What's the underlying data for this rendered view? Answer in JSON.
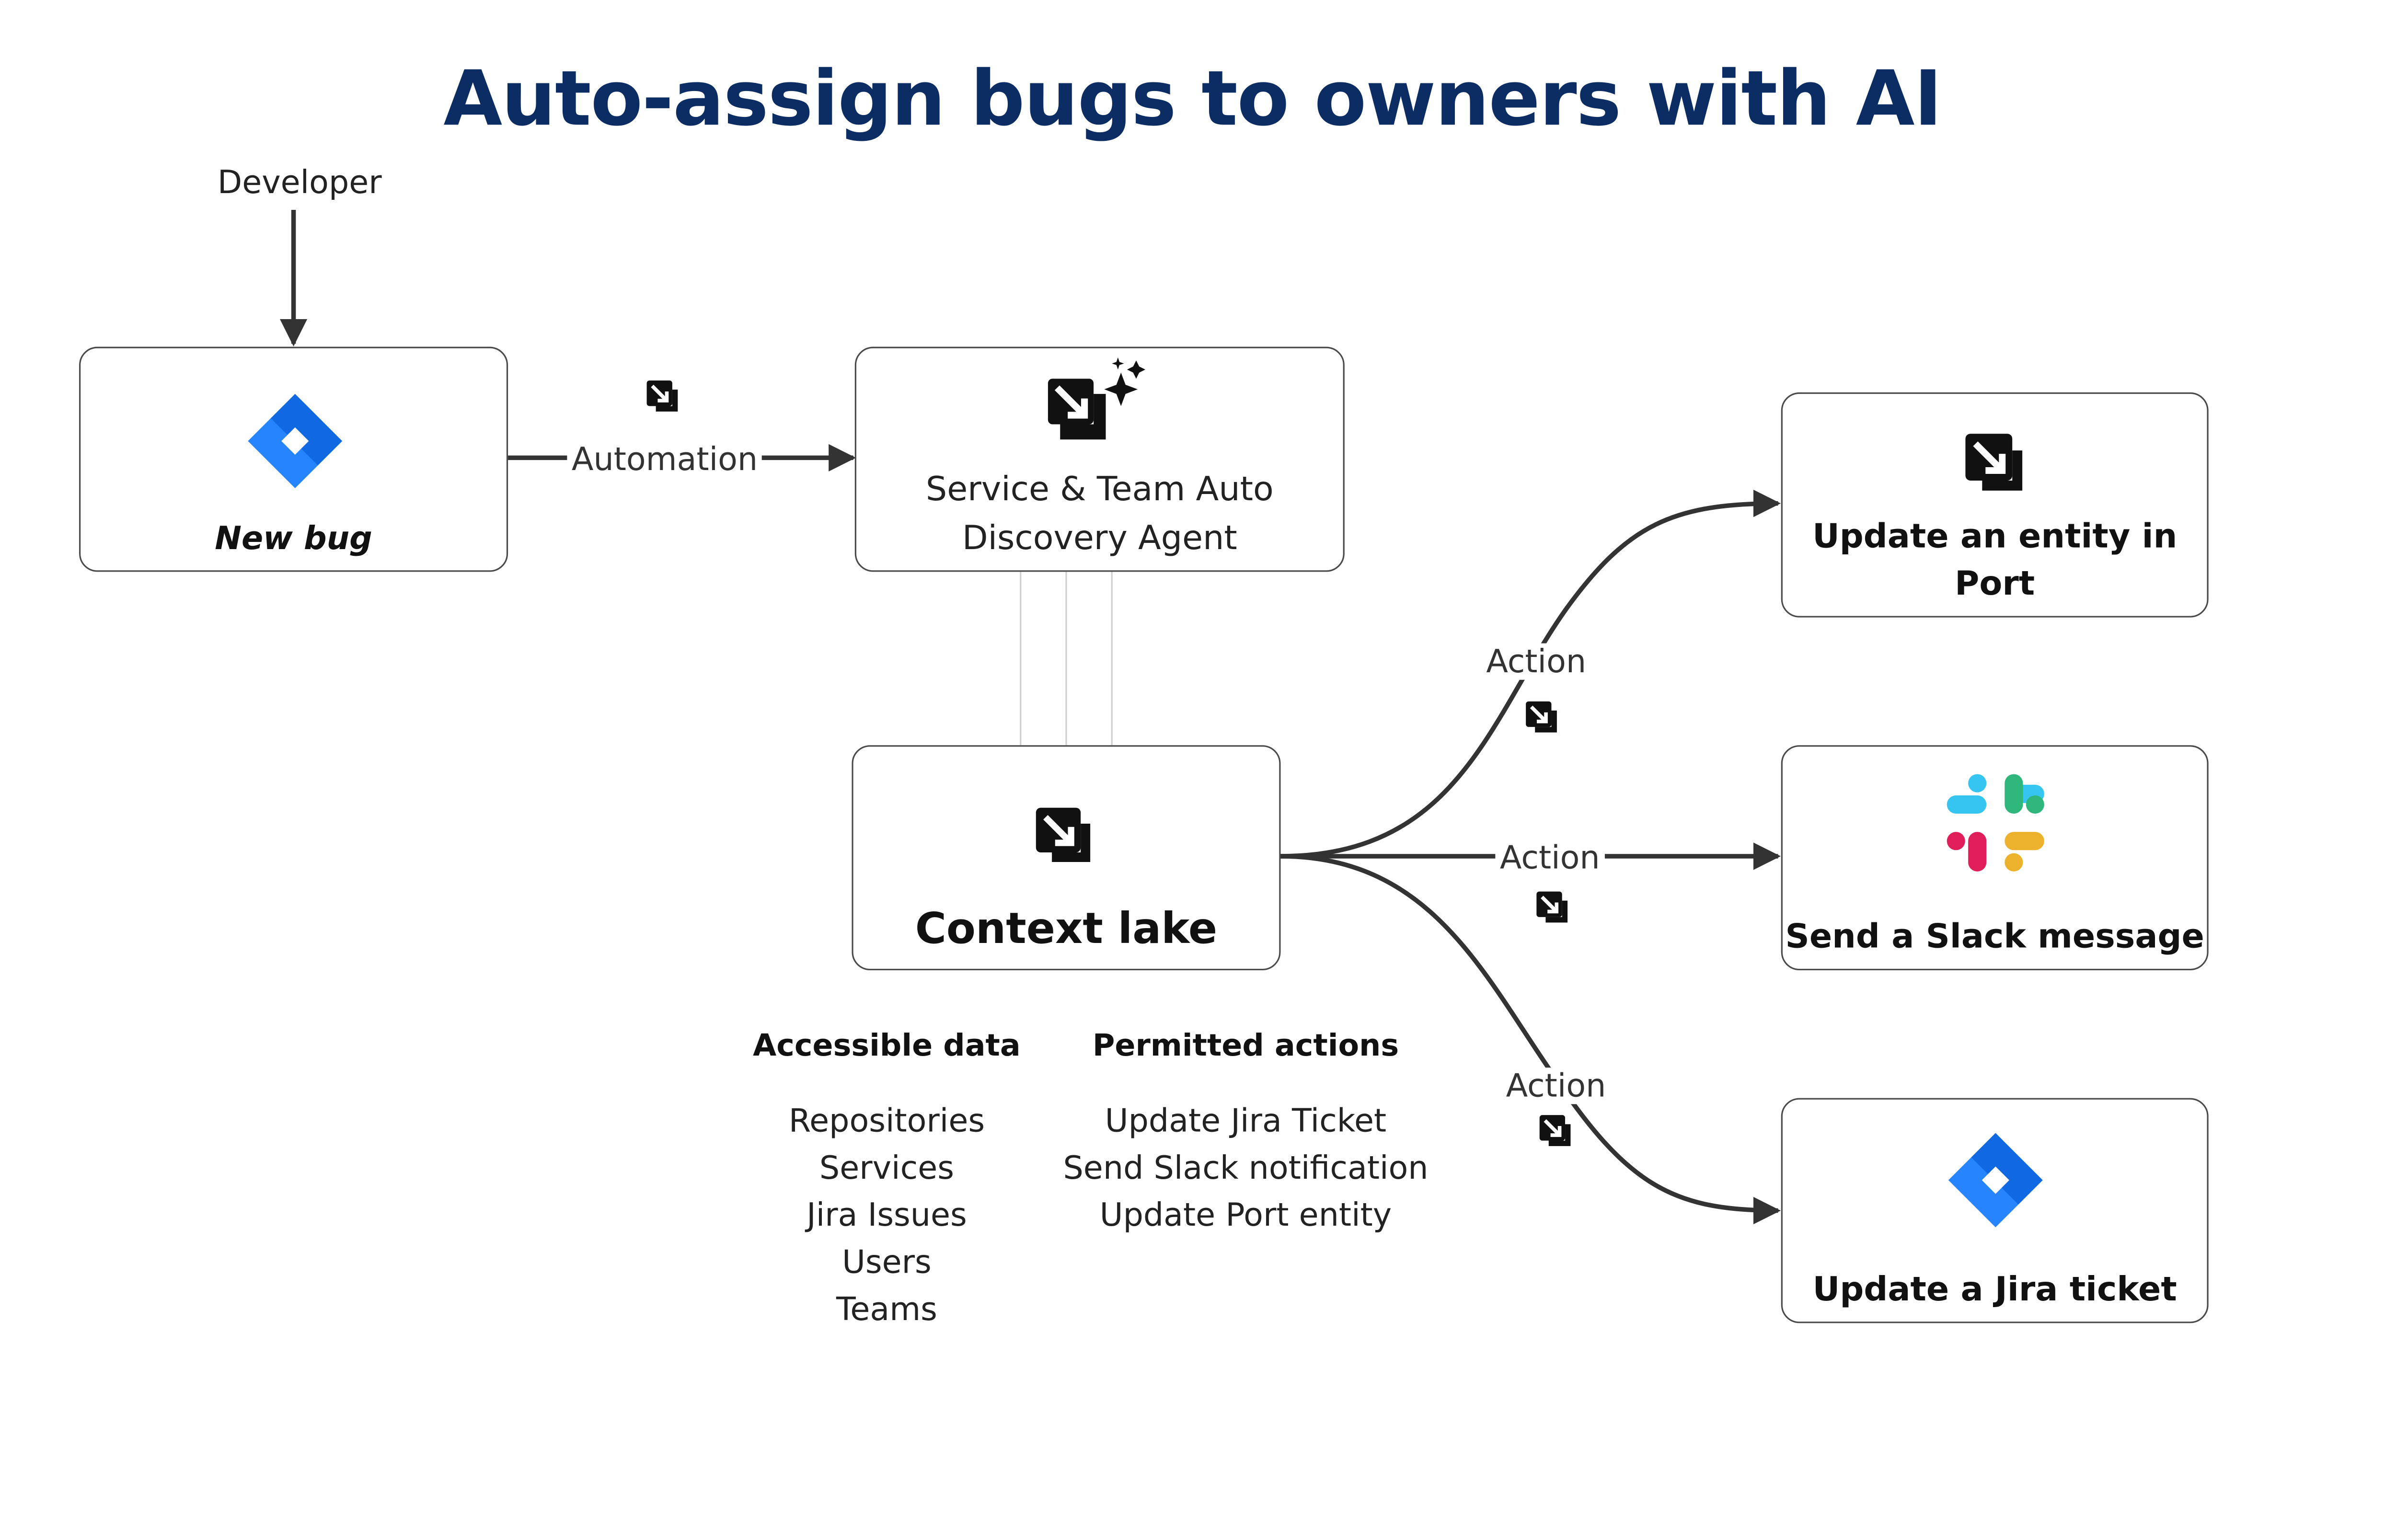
{
  "title": "Auto-assign bugs to owners with AI",
  "actor": "Developer",
  "nodes": {
    "new_bug": {
      "label": "New bug",
      "icon": "jira-icon"
    },
    "agent": {
      "label_line1": "Service & Team Auto",
      "label_line2": "Discovery Agent",
      "icon": "port-ai-icon"
    },
    "context_lake": {
      "label": "Context lake",
      "icon": "port-icon"
    },
    "update_entity": {
      "label_line1": "Update an entity in",
      "label_line2": "Port",
      "icon": "port-icon"
    },
    "slack": {
      "label": "Send a Slack message",
      "icon": "slack-icon"
    },
    "jira_ticket": {
      "label": "Update a Jira ticket",
      "icon": "jira-icon"
    }
  },
  "edges": {
    "automation": "Automation",
    "action_top": "Action",
    "action_mid": "Action",
    "action_bottom": "Action"
  },
  "accessible_data": {
    "heading": "Accessible data",
    "items": [
      "Repositories",
      "Services",
      "Jira Issues",
      "Users",
      "Teams"
    ]
  },
  "permitted_actions": {
    "heading": "Permitted actions",
    "items": [
      "Update Jira Ticket",
      "Send Slack notification",
      "Update Port entity"
    ]
  },
  "colors": {
    "title": "#0c2d64",
    "jira_blue": "#2684ff",
    "jira_dark": "#0052cc",
    "slack_blue": "#36c5f0",
    "slack_green": "#2eb67d",
    "slack_yellow": "#ecb22e",
    "slack_red": "#e01e5a",
    "edge": "#333333"
  }
}
